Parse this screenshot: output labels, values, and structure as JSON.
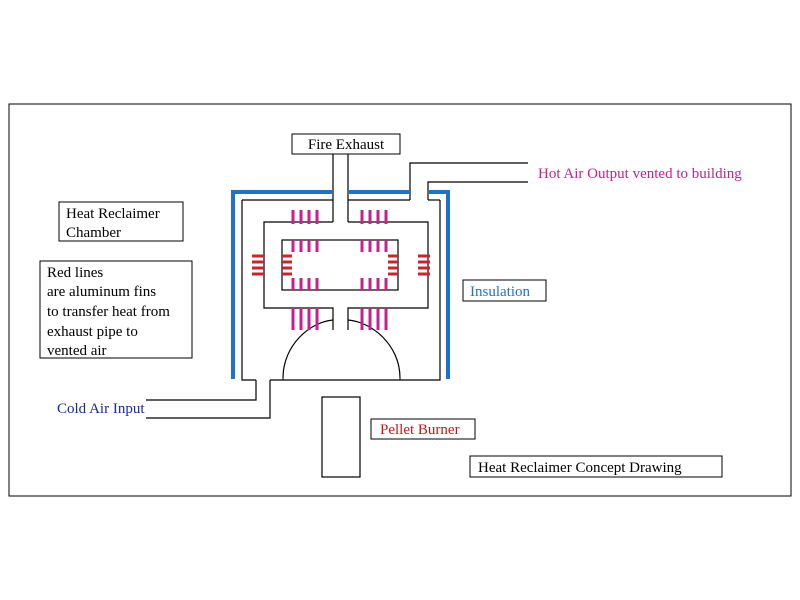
{
  "labels": {
    "fire_exhaust": "Fire Exhaust",
    "hot_air_output": "Hot Air Output vented to building",
    "heat_reclaimer_chamber": [
      "Heat Reclaimer",
      "Chamber"
    ],
    "red_lines_note": [
      "Red lines",
      "are aluminum fins",
      "to transfer heat from",
      "exhaust pipe to",
      "vented air"
    ],
    "insulation": "Insulation",
    "cold_air_input": "Cold Air Input",
    "pellet_burner": "Pellet Burner",
    "concept_title": "Heat Reclaimer Concept Drawing"
  },
  "colors": {
    "outline": "#000000",
    "insulation": "#1e73c8",
    "fin_magenta": "#c8208a",
    "fin_red": "#d0202a",
    "hot_air_text": "#c8208a",
    "insulation_text": "#1e73c8",
    "cold_air_text": "#1a2a9a",
    "pellet_text": "#c01818"
  }
}
